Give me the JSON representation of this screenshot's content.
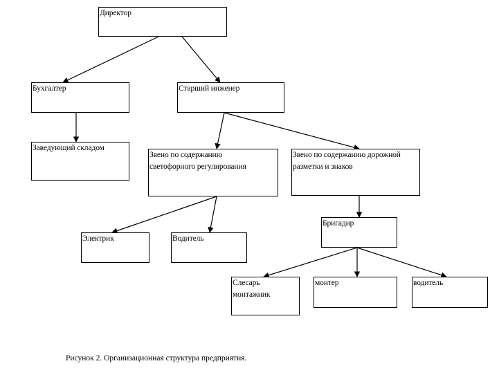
{
  "diagram": {
    "type": "organizational-chart",
    "nodes": [
      {
        "id": "director",
        "label": "Директор"
      },
      {
        "id": "accountant",
        "label": "Бухгалтер"
      },
      {
        "id": "senior-engineer",
        "label": "Старший инженер"
      },
      {
        "id": "warehouse-manager",
        "label": "Заведующий складом"
      },
      {
        "id": "traffic-light-unit",
        "label": "Звено по содержанию светофорного регулирования"
      },
      {
        "id": "road-marking-unit",
        "label": "Звено по содержанию дорожной разметки и знаков"
      },
      {
        "id": "electrician",
        "label": "Электрик"
      },
      {
        "id": "driver-1",
        "label": "Водитель"
      },
      {
        "id": "foreman",
        "label": "Бригадир"
      },
      {
        "id": "fitter-assembler",
        "label": "Слесарь монтажник"
      },
      {
        "id": "installer",
        "label": "монтер"
      },
      {
        "id": "driver-2",
        "label": "водитель"
      }
    ],
    "edges": [
      {
        "from": "director",
        "to": "accountant"
      },
      {
        "from": "director",
        "to": "senior-engineer"
      },
      {
        "from": "accountant",
        "to": "warehouse-manager"
      },
      {
        "from": "senior-engineer",
        "to": "traffic-light-unit"
      },
      {
        "from": "senior-engineer",
        "to": "road-marking-unit"
      },
      {
        "from": "traffic-light-unit",
        "to": "electrician"
      },
      {
        "from": "traffic-light-unit",
        "to": "driver-1"
      },
      {
        "from": "road-marking-unit",
        "to": "foreman"
      },
      {
        "from": "foreman",
        "to": "fitter-assembler"
      },
      {
        "from": "foreman",
        "to": "installer"
      },
      {
        "from": "foreman",
        "to": "driver-2"
      }
    ]
  },
  "caption": "Рисунок 2.  Организационная структура предприятия."
}
